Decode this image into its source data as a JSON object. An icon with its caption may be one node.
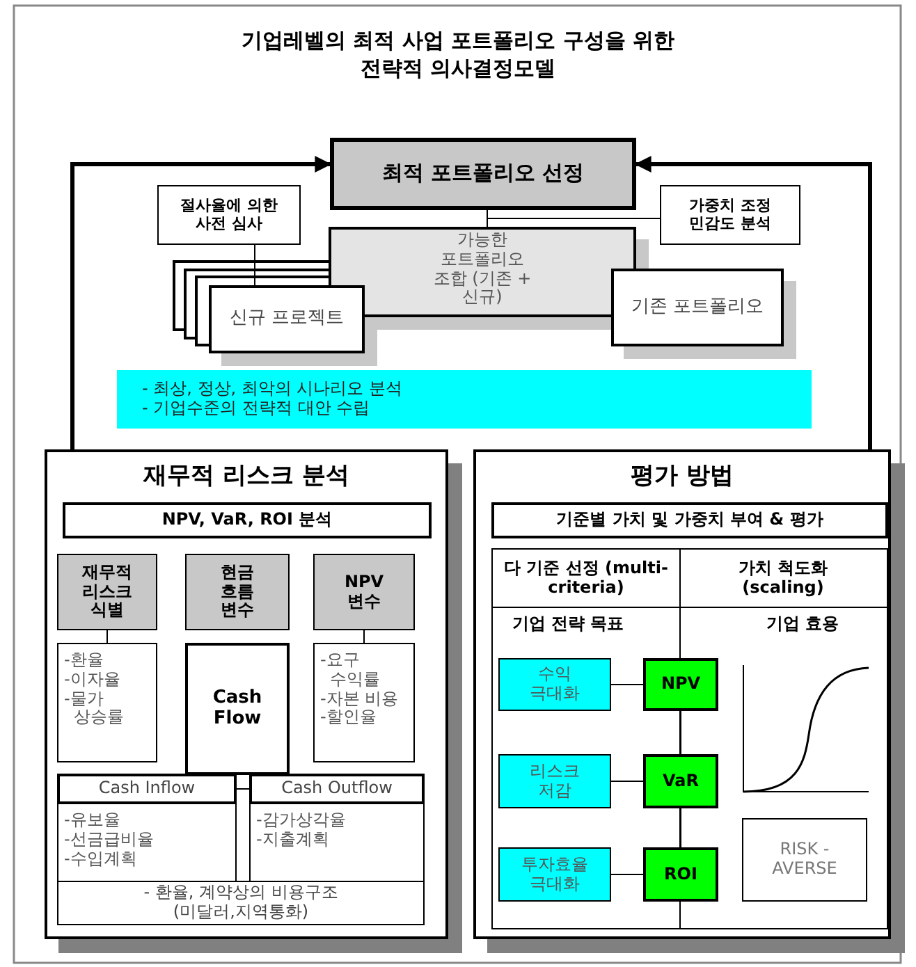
{
  "diagram": {
    "title": "기업레벨의 최적 사업 포트폴리오 구성을 위한 전략적 의사결정모델",
    "nodes": [
      {
        "text": [
          "최적 포트폴리오 선정"
        ]
      },
      {
        "text": [
          "절사율에 의한 사전 심사"
        ]
      },
      {
        "text": [
          "가중치 조정 민감도 분석"
        ]
      },
      {
        "text": [
          "가능한 포트폴리오 조합 (기존 + 신규)"
        ]
      },
      {
        "text": [
          "신규 프로젝트"
        ]
      },
      {
        "text": [
          "기존 포트폴리오"
        ]
      },
      {
        "text": [
          "- 최상, 정상, 최악의 시나리오 분석",
          "- 기업수준의 전략적 대안 수립"
        ]
      },
      {
        "text": [
          "재무적 리스크 분석"
        ]
      },
      {
        "text": [
          "NPV, VaR, ROI 분석"
        ],
        "in": 7
      },
      {
        "text": [
          "재무적 리스크 식별"
        ],
        "in": 7
      },
      {
        "text": [
          "현금 흐름 변수"
        ],
        "in": 7
      },
      {
        "text": [
          "NPV 변수"
        ],
        "in": 7
      },
      {
        "text": [
          "-환율",
          "-이자율",
          "-물가 상승률"
        ],
        "in": 7
      },
      {
        "text": [
          "Cash Flow"
        ],
        "in": 7
      },
      {
        "text": [
          "-요구 수익률",
          "-자본 비용",
          "-할인율"
        ],
        "in": 7
      },
      {
        "text": [
          "Cash Inflow"
        ],
        "in": 7
      },
      {
        "text": [
          "Cash Outflow"
        ],
        "in": 7
      },
      {
        "text": [
          "-유보율",
          "-선금급비율",
          "-수입계획"
        ],
        "in": 7
      },
      {
        "text": [
          "-감가상각율",
          "-지출계획"
        ],
        "in": 7
      },
      {
        "text": [
          "- 환율, 계약상의 비용구조 (미달러,지역통화)"
        ],
        "in": 7
      },
      {
        "text": [
          "평가 방법"
        ]
      },
      {
        "text": [
          "기준별 가치 및 가중치 부여 & 평가"
        ],
        "in": 20
      },
      {
        "text": [
          "다 기준 선정 (multi-criteria)"
        ],
        "in": 20
      },
      {
        "text": [
          "가치 척도화 (scaling)"
        ],
        "in": 20
      },
      {
        "text": [
          "기업 전략 목표"
        ],
        "in": 20
      },
      {
        "text": [
          "수익 극대화"
        ],
        "in": 24
      },
      {
        "text": [
          "NPV"
        ],
        "in": 20
      },
      {
        "text": [
          "리스크 저감"
        ],
        "in": 24
      },
      {
        "text": [
          "VaR"
        ],
        "in": 20
      },
      {
        "text": [
          "투자효율 극대화"
        ],
        "in": 24
      },
      {
        "text": [
          "ROI"
        ],
        "in": 20
      },
      {
        "text": [
          "기업 효용"
        ],
        "in": 20
      },
      {
        "text": [
          "RISK - AVERSE"
        ],
        "in": 31
      }
    ],
    "edges": [
      {
        "from": 7,
        "to": 0,
        "arrow": "to",
        "style": "thick"
      },
      {
        "from": 20,
        "to": 0,
        "arrow": "to",
        "style": "thick"
      },
      {
        "from": 0,
        "to": 3,
        "arrow": "none"
      },
      {
        "from": 2,
        "to": 0,
        "arrow": "none"
      },
      {
        "from": 1,
        "to": 4,
        "arrow": "none"
      },
      {
        "from": 9,
        "to": 12,
        "arrow": "none"
      },
      {
        "from": 11,
        "to": 14,
        "arrow": "none"
      },
      {
        "from": 15,
        "to": 16,
        "arrow": "none"
      },
      {
        "from": 25,
        "to": 26,
        "arrow": "none"
      },
      {
        "from": 27,
        "to": 28,
        "arrow": "none"
      },
      {
        "from": 29,
        "to": 30,
        "arrow": "none"
      },
      {
        "from": 26,
        "to": 28,
        "arrow": "none"
      },
      {
        "from": 28,
        "to": 30,
        "arrow": "none"
      }
    ]
  }
}
